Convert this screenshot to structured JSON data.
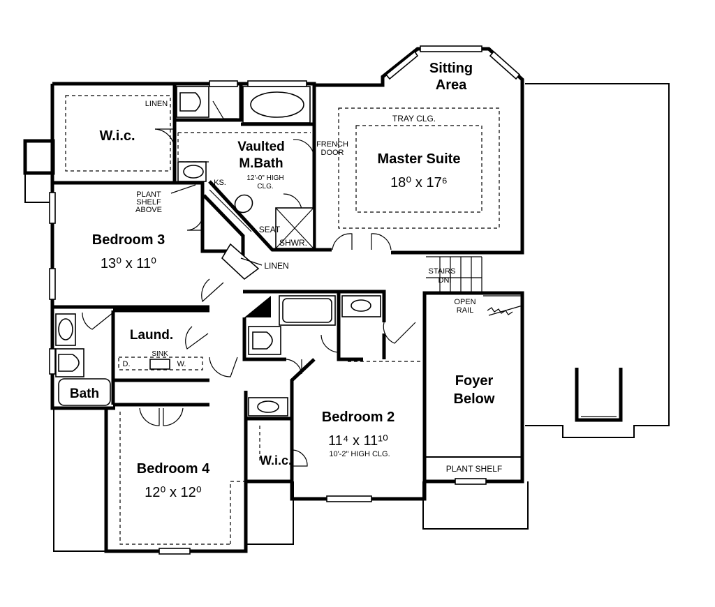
{
  "rooms": {
    "sitting_area": {
      "line1": "Sitting",
      "line2": "Area"
    },
    "master_suite": {
      "name": "Master Suite",
      "dims": "18⁰ x 17⁶",
      "tray": "TRAY CLG."
    },
    "wic_master": {
      "name": "W.i.c."
    },
    "vaulted_bath": {
      "line1": "Vaulted",
      "line2": "M.Bath",
      "note1": "12'-0\" HIGH",
      "note2": "CLG."
    },
    "bedroom3": {
      "name": "Bedroom 3",
      "dims": "13⁰ x 11⁰"
    },
    "laundry": {
      "name": "Laund.",
      "sink": "SINK",
      "dryer": "D.",
      "washer": "W."
    },
    "bath": {
      "name": "Bath"
    },
    "bedroom2": {
      "name": "Bedroom 2",
      "dims": "11⁴ x 11¹⁰",
      "note": "10'-2\" HIGH CLG."
    },
    "wic_bed2": {
      "name": "W.i.c."
    },
    "bedroom4": {
      "name": "Bedroom 4",
      "dims": "12⁰ x 12⁰"
    },
    "foyer": {
      "line1": "Foyer",
      "line2": "Below",
      "plant_shelf": "PLANT SHELF"
    }
  },
  "labels": {
    "linen_top": "LINEN",
    "linen_hall": "LINEN",
    "french_door1": "FRENCH",
    "french_door2": "DOOR",
    "ks": "KS.",
    "seat": "SEAT",
    "shwr": "SHWR.",
    "plant_shelf_above1": "PLANT",
    "plant_shelf_above2": "SHELF",
    "plant_shelf_above3": "ABOVE",
    "stairs1": "STAIRS",
    "stairs2": "DN.",
    "open_rail1": "OPEN",
    "open_rail2": "RAIL"
  }
}
